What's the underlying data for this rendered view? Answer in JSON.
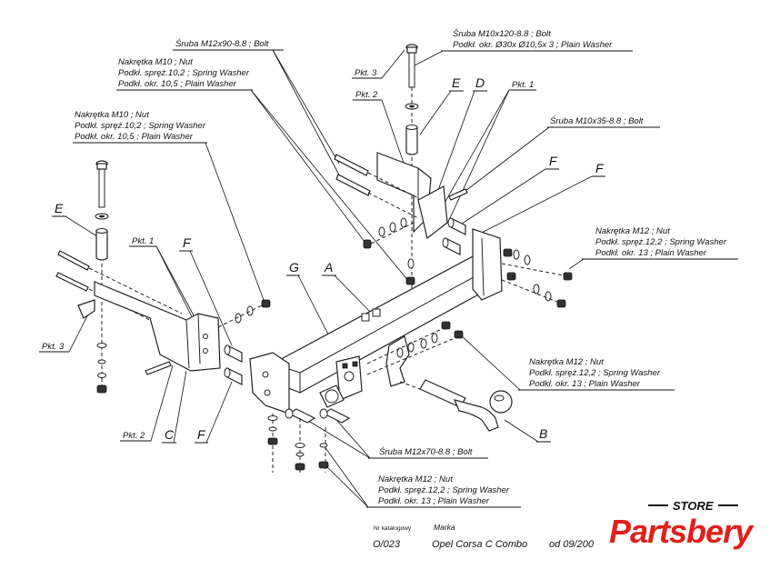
{
  "callouts": {
    "bolt_m12x90": "Śruba M12x90-8.8 ;  Bolt",
    "nut_m10_a": [
      "Nakrętka  M10 ; Nut",
      "Podkł. spręż.10,2 ; Spring Washer",
      "Podkł. okr. 10,5 ; Plain Washer"
    ],
    "nut_m10_b": [
      "Nakrętka  M10 ; Nut",
      "Podkł. spręż.10,2 ; Spring Washer",
      "Podkł. okr. 10,5 ; Plain Washer"
    ],
    "bolt_m10x120": [
      "Śruba M10x120-8.8 ;  Bolt",
      "Podkł. okr.  Ø30x Ø10,5x 3 ; Plain Washer"
    ],
    "bolt_m10x35": "Śruba M10x35-8.8 ;  Bolt",
    "nut_m12_right": [
      "Nakrętka  M12 ; Nut",
      "Podkł. spręż.12,2 ; Spring Washer",
      "Podkł. okr. 13 ; Plain Washer"
    ],
    "nut_m12_mid": [
      "Nakrętka  M12 ; Nut",
      "Podkł. spręż.12,2 ; Spring Washer",
      "Podkł. okr. 13 ; Plain Washer"
    ],
    "bolt_m12x70": "Śruba M12x70-8.8 ;  Bolt",
    "nut_m12_bottom": [
      "Nakrętka  M12 ; Nut",
      "Podkł. spręż.12,2 ; Spring Washer",
      "Podkł. okr. 13 ; Plain Washer"
    ]
  },
  "part_labels": {
    "pkt3_top": "Pkt. 3",
    "pkt2_top": "Pkt. 2",
    "e_top": "E",
    "d_top": "D",
    "pkt1_top": "Pkt. 1",
    "f_right1": "F",
    "f_right2": "F",
    "e_left": "E",
    "pkt1_left": "Pkt. 1",
    "f_left": "F",
    "g": "G",
    "a": "A",
    "pkt3_left": "Pkt. 3",
    "pkt2_bottom": "Pkt. 2",
    "c": "C",
    "f_bottom": "F",
    "b": "B"
  },
  "footer": {
    "catalog_label": "Nr katalogowy",
    "brand_label": "Marka",
    "catalog_value": "O/023",
    "brand_value": "Opel  Corsa  C Combo",
    "date_value": "od 09/200"
  },
  "logo": {
    "store": "STORE",
    "name": "Partsbery",
    "color": "#e0201b"
  }
}
